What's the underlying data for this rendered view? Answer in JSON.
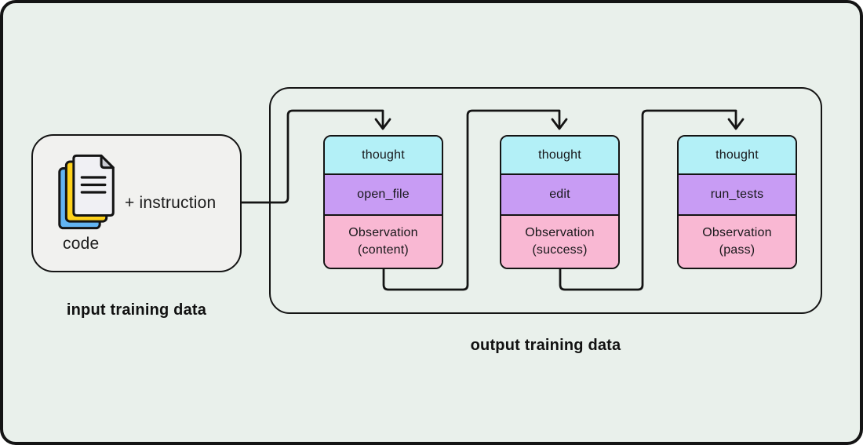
{
  "colors": {
    "background": "#e9f0eb",
    "line": "#141414",
    "card_bg": "#f1f1ef",
    "thought_bg": "#b3f0f7",
    "action_bg": "#c89cf4",
    "observation_bg": "#f9b8d3",
    "doc_front": "#f0f0f4",
    "doc_fold": "#c9cad2",
    "doc_yellow": "#ffd21c",
    "doc_blue": "#62b4f2"
  },
  "input": {
    "card": {
      "icon": "code-documents-icon",
      "icon_label": "code",
      "text": "+ instruction"
    },
    "caption": "input training data"
  },
  "output": {
    "caption": "output training data",
    "stacks": [
      {
        "thought": "thought",
        "action": "open_file",
        "observation_line1": "Observation",
        "observation_line2": "(content)"
      },
      {
        "thought": "thought",
        "action": "edit",
        "observation_line1": "Observation",
        "observation_line2": "(success)"
      },
      {
        "thought": "thought",
        "action": "run_tests",
        "observation_line1": "Observation",
        "observation_line2": "(pass)"
      }
    ]
  }
}
